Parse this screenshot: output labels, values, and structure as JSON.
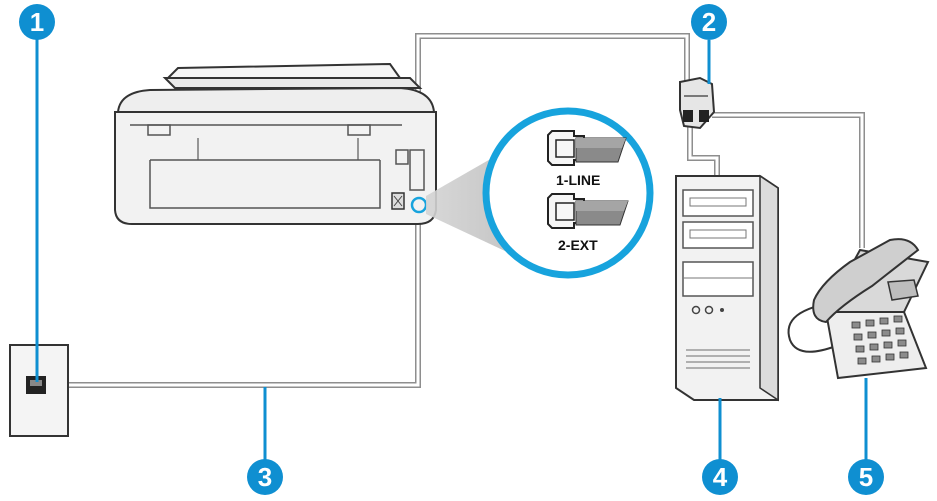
{
  "callouts": [
    {
      "number": "1",
      "meaning": "telephone wall jack"
    },
    {
      "number": "2",
      "meaning": "parallel splitter"
    },
    {
      "number": "3",
      "meaning": "phone cord"
    },
    {
      "number": "4",
      "meaning": "computer with modem"
    },
    {
      "number": "5",
      "meaning": "telephone"
    }
  ],
  "ports": {
    "line": "1-LINE",
    "ext": "2-EXT"
  },
  "colors": {
    "callout": "#0f8fd1",
    "zoom_ring": "#17a3dd",
    "cable": "#9a9a9a",
    "device_fill": "#f2f2f2",
    "device_stroke": "#3a3a3a"
  }
}
